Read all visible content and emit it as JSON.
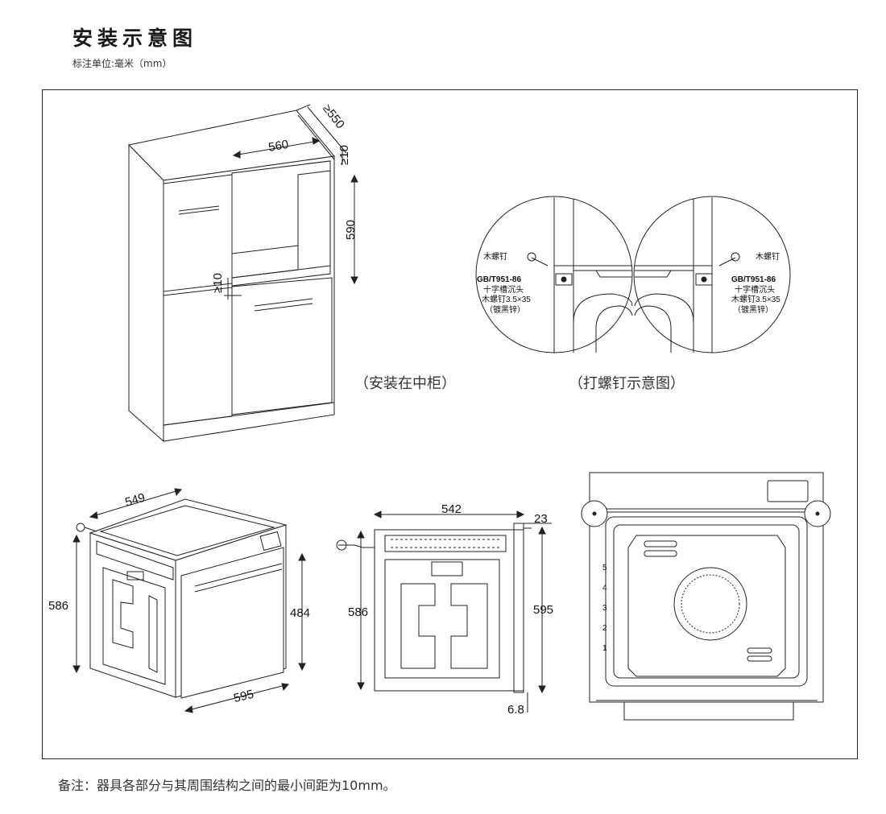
{
  "header": {
    "title": "安装示意图",
    "unit_note": "标注单位:毫米（mm）"
  },
  "cabinet_view": {
    "caption": "（安装在中柜）",
    "dim_depth": "≥550",
    "dim_width": "560",
    "dim_top_gap": "≥10",
    "dim_height": "590",
    "dim_bottom_gap": "≥10"
  },
  "screw_view": {
    "caption": "（打螺钉示意图）",
    "left": {
      "wood_screw": "木螺钉",
      "standard": "GB/T951-86",
      "line1": "十字槽沉头",
      "line2": "木螺钉3.5×35",
      "line3": "（镀黑锌）"
    },
    "right": {
      "wood_screw": "木螺钉",
      "standard": "GB/T951-86",
      "line1": "十字槽沉头",
      "line2": "木螺钉3.5×35",
      "line3": "（镀黑锌）"
    }
  },
  "oven_iso": {
    "dim_depth": "549",
    "dim_height_left": "586",
    "dim_door_height": "484",
    "dim_width": "595"
  },
  "oven_side": {
    "dim_depth": "542",
    "dim_front": "23",
    "dim_height_left": "586",
    "dim_height_right": "595",
    "dim_bottom": "6.8"
  },
  "oven_front": {
    "rack_levels": [
      "5",
      "4",
      "3",
      "2",
      "1"
    ]
  },
  "footer": {
    "note": "备注：器具各部分与其周围结构之间的最小间距为10mm。"
  }
}
